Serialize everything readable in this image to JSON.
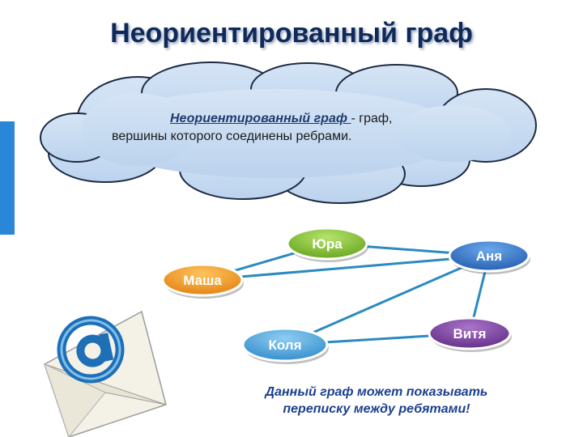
{
  "title": "Неориентированный граф",
  "definition": {
    "term": "Неориентированный граф ",
    "after_term": "- граф,",
    "line2": "вершины которого соединены ребрами."
  },
  "graph": {
    "nodes": [
      {
        "id": "yura",
        "label": "Юра",
        "color": "#7bbf2a"
      },
      {
        "id": "anya",
        "label": "Аня",
        "color": "#2f73c9"
      },
      {
        "id": "masha",
        "label": "Маша",
        "color": "#f39a1e"
      },
      {
        "id": "kolya",
        "label": "Коля",
        "color": "#3f9fd8"
      },
      {
        "id": "vitya",
        "label": "Витя",
        "color": "#7a3f9e"
      }
    ],
    "edges": [
      [
        "masha",
        "yura"
      ],
      [
        "yura",
        "anya"
      ],
      [
        "masha",
        "anya"
      ],
      [
        "kolya",
        "anya"
      ],
      [
        "anya",
        "vitya"
      ],
      [
        "kolya",
        "vitya"
      ]
    ],
    "edge_color": "#2b8ac0"
  },
  "caption": {
    "line1": "Данный граф может показывать",
    "line2": "переписку между ребятами!"
  },
  "icons": {
    "envelope": "envelope-at-icon"
  }
}
